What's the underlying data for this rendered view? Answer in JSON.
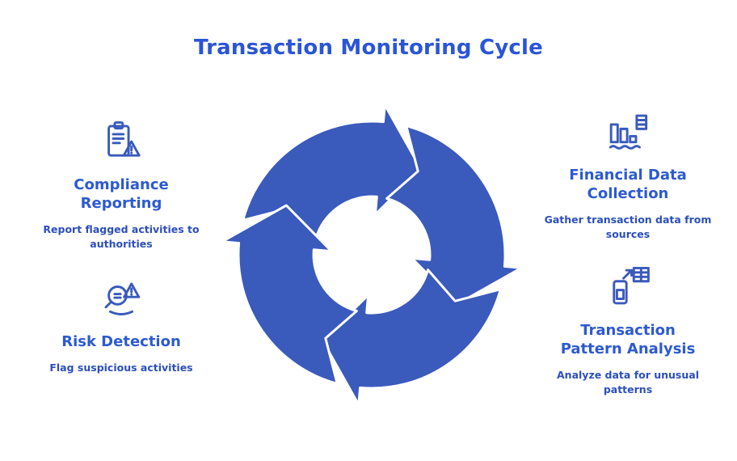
{
  "title": "Transaction Monitoring Cycle",
  "colors": {
    "background": "#ffffff",
    "title_blue": "#2a55d8",
    "stage_title_blue": "#2d5ad2",
    "stage_desc_blue": "#2c4fbc",
    "cycle_blue": "#3a5abc"
  },
  "cycle": {
    "arrow_count": 4,
    "direction": "clockwise",
    "shape": "circular-arrows-ring"
  },
  "stages": [
    {
      "id": "compliance-reporting",
      "position": "left-top",
      "icon": "clipboard-warning-icon",
      "title": "Compliance Reporting",
      "description": "Report flagged activities to authorities"
    },
    {
      "id": "risk-detection",
      "position": "left-bottom",
      "icon": "magnifier-warning-icon",
      "title": "Risk Detection",
      "description": "Flag suspicious activities"
    },
    {
      "id": "financial-data-collection",
      "position": "right-top",
      "icon": "bar-chart-coins-icon",
      "title": "Financial Data Collection",
      "description": "Gather transaction data from sources"
    },
    {
      "id": "transaction-pattern-analysis",
      "position": "right-bottom",
      "icon": "phone-analysis-icon",
      "title": "Transaction Pattern Analysis",
      "description": "Analyze data for unusual patterns"
    }
  ]
}
